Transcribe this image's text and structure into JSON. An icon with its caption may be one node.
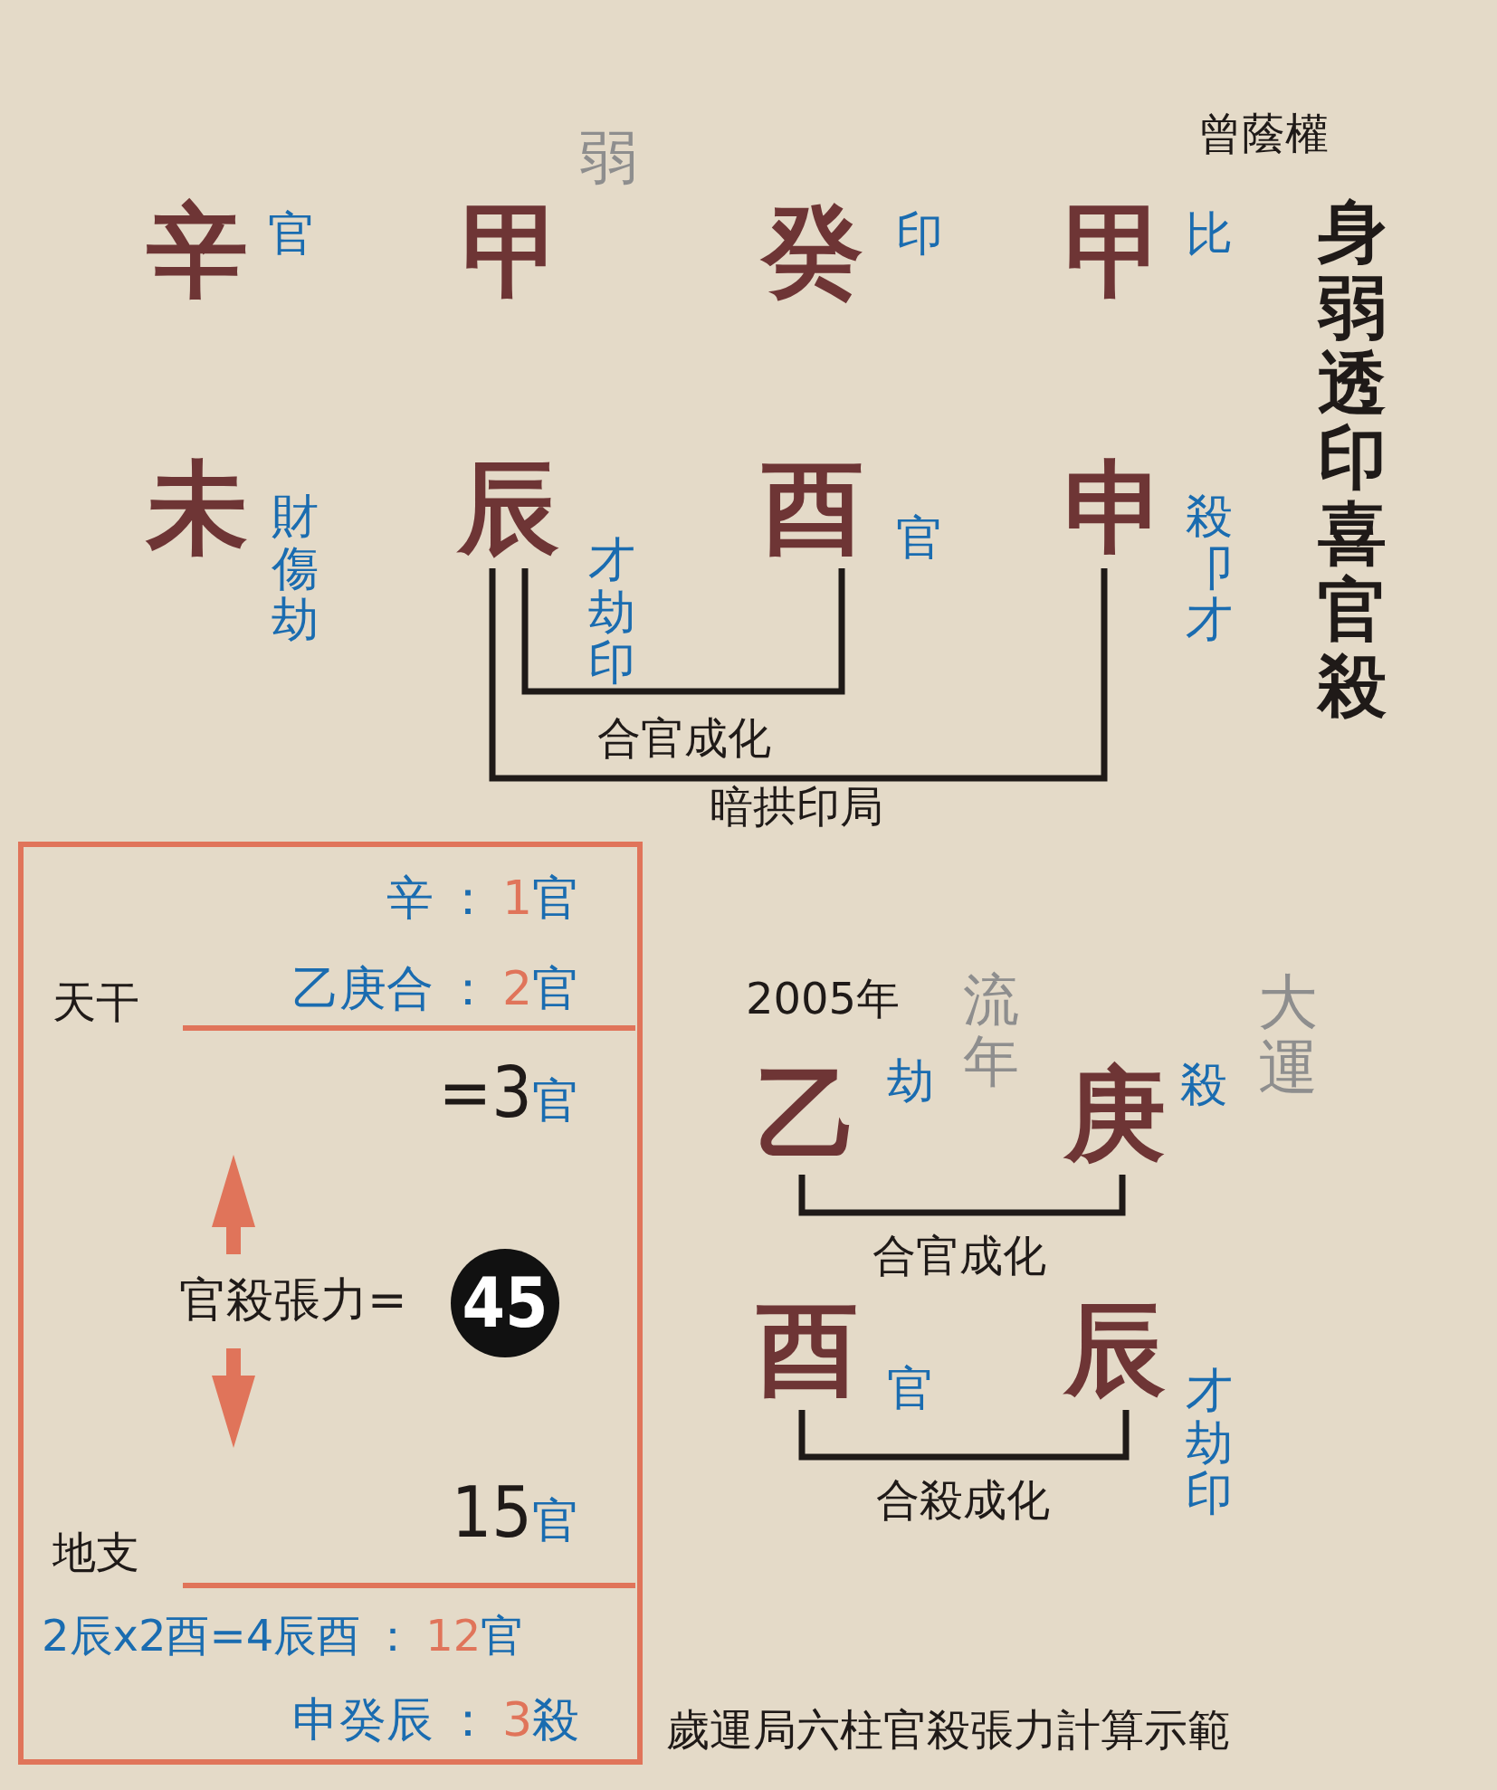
{
  "diagram": {
    "caption": "歲運局六柱官殺張力計算示範",
    "nodes": [
      {
        "text": [
          "辛"
        ],
        "beside": [
          "官"
        ]
      },
      {
        "text": [
          "甲"
        ],
        "beside": [
          "弱"
        ]
      },
      {
        "text": [
          "癸"
        ],
        "beside": [
          "印"
        ]
      },
      {
        "text": [
          "甲"
        ],
        "beside": [
          "比"
        ]
      },
      {
        "text": [
          "未"
        ],
        "beside": [
          "財傷劫"
        ]
      },
      {
        "text": [
          "辰"
        ],
        "beside": [
          "才劫印"
        ]
      },
      {
        "text": [
          "酉"
        ],
        "beside": [
          "官"
        ]
      },
      {
        "text": [
          "申"
        ],
        "beside": [
          "殺卩才"
        ]
      },
      {
        "text": [
          "辛：1官",
          "乙庚合：2官",
          "天干",
          "=3官",
          "官殺張力=",
          "地支",
          "15官",
          "2辰x2酉=4辰酉：12官",
          "申癸辰：3殺"
        ]
      },
      {
        "text": [
          "45"
        ],
        "in": 8
      },
      {
        "text": [
          "乙"
        ],
        "beside": [
          "劫"
        ]
      },
      {
        "text": [
          "庚"
        ],
        "beside": [
          "殺"
        ]
      },
      {
        "text": [
          "酉"
        ],
        "beside": [
          "官"
        ]
      },
      {
        "text": [
          "辰"
        ],
        "beside": [
          "才劫印"
        ]
      }
    ],
    "edges": [
      {
        "from": 5,
        "to": 6,
        "arrow": "none",
        "label": "合官成化"
      },
      {
        "from": 5,
        "to": 7,
        "arrow": "none",
        "label": "暗拱印局"
      },
      {
        "from": 10,
        "to": 11,
        "arrow": "none",
        "label": "合官成化"
      },
      {
        "from": 12,
        "to": 13,
        "arrow": "none",
        "label": "合殺成化"
      }
    ],
    "labels": [
      "曾蔭權",
      "身弱透印喜官殺",
      "2005年",
      "流年",
      "大運"
    ]
  }
}
